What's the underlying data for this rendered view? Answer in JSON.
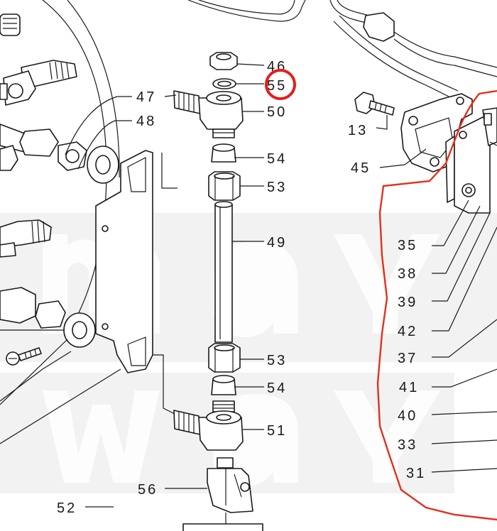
{
  "callouts": {
    "p46": "46",
    "p55": "55",
    "p50": "50",
    "p47": "47",
    "p48": "48",
    "p54a": "54",
    "p53a": "53",
    "p49": "49",
    "p53b": "53",
    "p54b": "54",
    "p51": "51",
    "p56": "56",
    "p52": "52",
    "p13": "13",
    "p45": "45",
    "p35": "35",
    "p38": "38",
    "p39": "39",
    "p42": "42",
    "p37": "37",
    "p41": "41",
    "p40": "40",
    "p33": "33",
    "p31": "31"
  },
  "highlight": {
    "target": "55",
    "color": "#e0201c"
  },
  "region_outline_color": "#e0321c",
  "line_color": "#1a1a1a"
}
